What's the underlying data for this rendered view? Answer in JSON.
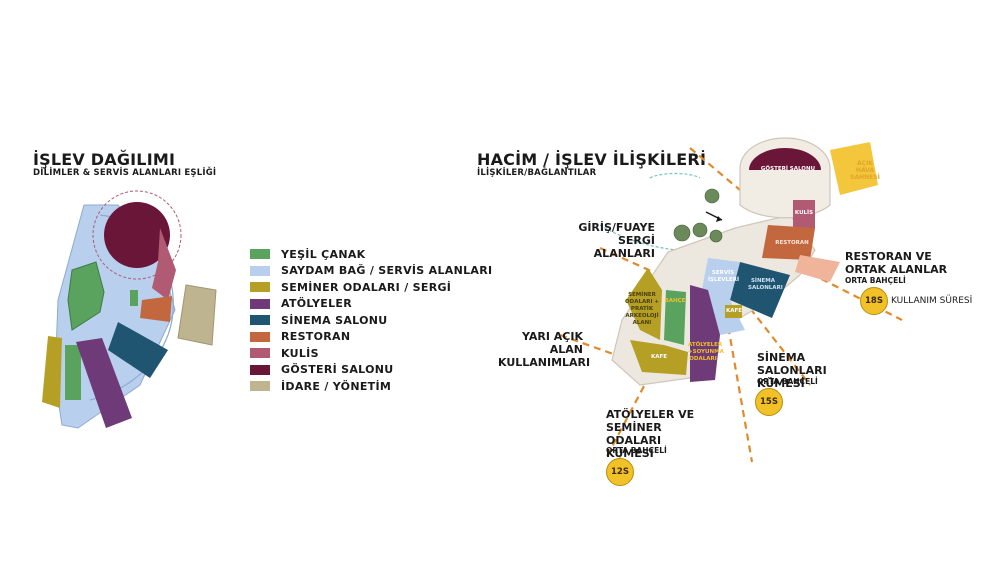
{
  "left": {
    "title": "İŞLEV DAĞILIMI",
    "subtitle": "DİLİMLER & SERVİS ALANLARI EŞLİĞİ"
  },
  "legend": [
    {
      "label": "YEŞİL ÇANAK",
      "color": "#5aa35e"
    },
    {
      "label": "SAYDAM BAĞ / SERVİS ALANLARI",
      "color": "#b8cfee"
    },
    {
      "label": "SEMİNER ODALARI / SERGİ",
      "color": "#b59f25"
    },
    {
      "label": "ATÖLYELER",
      "color": "#6e3a78"
    },
    {
      "label": "SİNEMA SALONU",
      "color": "#1f5570"
    },
    {
      "label": "RESTORAN",
      "color": "#c2673e"
    },
    {
      "label": "KULİS",
      "color": "#b15a73"
    },
    {
      "label": "GÖSTERİ SALONU",
      "color": "#6a1639"
    },
    {
      "label": "İDARE / YÖNETİM",
      "color": "#beb490"
    }
  ],
  "right": {
    "title": "HACİM / İŞLEV İLİŞKİLERİ",
    "subtitle": "İLİŞKİLER/BAĞLANTILAR"
  },
  "annotations": {
    "giris": "GİRİŞ/FUAYE SERGİ ALANLARI",
    "yari": "YARI AÇIK ALAN KULLANIMLARI",
    "atolye": "ATÖLYELER VE SEMİNER ODALARI KÜMESİ",
    "atolye_sub": "ORTA BAHÇELİ",
    "sinema": "SİNEMA SALONLARI KÜMESİ",
    "sinema_sub": "ORTA BAHÇELİ",
    "restoran": "RESTORAN VE ORTAK ALANLAR",
    "restoran_sub": "ORTA BAHÇELİ",
    "acik": "AÇIK HAVA SAHNESİ",
    "kullanim": "KULLANIM SÜRESİ"
  },
  "badges": {
    "b1": "12S",
    "b2": "15S",
    "b3": "18S"
  },
  "inner_labels": {
    "gosteri": "GÖSTERİ SALONU",
    "kulis": "KULİS",
    "restoran": "RESTORAN",
    "sinema": "SİNEMA SALONLARI",
    "servis": "SERVİS İŞLEVLERİ",
    "kafe1": "KAFE",
    "kafe2": "KAFE",
    "bahce": "BAHÇE",
    "seminer": "SEMİNER ODALARI + PRATİK ARKEOLOJİ ALANI",
    "atolye": "ATÖLYELER +SOYUNMA ODALARI"
  }
}
